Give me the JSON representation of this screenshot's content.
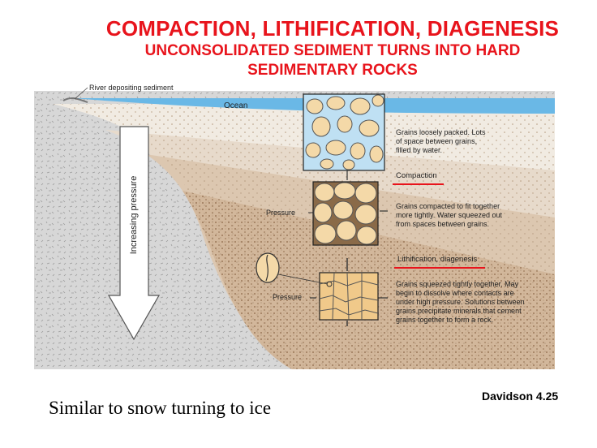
{
  "title": {
    "line1": "COMPACTION,  LITHIFICATION,  DIAGENESIS",
    "line2": "UNCONSOLIDATED SEDIMENT TURNS INTO HARD",
    "line3": "SEDIMENTARY ROCKS"
  },
  "diagram": {
    "river_label": "River depositing sediment",
    "ocean_label": "Ocean",
    "arrow_label": "Increasing pressure",
    "pressure_label_1": "Pressure",
    "pressure_label_2": "Pressure",
    "stage1_lines": [
      "Grains loosely packed. Lots",
      "of space between grains,",
      "filled by water."
    ],
    "stage2_heading": "Compaction",
    "stage2_lines": [
      "Grains compacted to fit together",
      "more tightly. Water squeezed out",
      "from spaces between grains."
    ],
    "stage3_heading": "Lithification, diagenesis",
    "stage3_lines": [
      "Grains squeezed tightly together. May",
      "begin to dissolve where contacts are",
      "under high pressure. Solutions between",
      "grains precipitate minerals that cement",
      "grains together to form a rock."
    ]
  },
  "colors": {
    "title_red": "#e8141c",
    "underline_red": "#e8141c",
    "ocean_blue": "#6ab8e6",
    "water_blue": "#bfe0f3",
    "grain_fill": "#f4d9a8",
    "bedrock_gray": "#d7d7d7"
  },
  "caption": "Similar to snow turning to ice",
  "credit": "Davidson 4.25"
}
